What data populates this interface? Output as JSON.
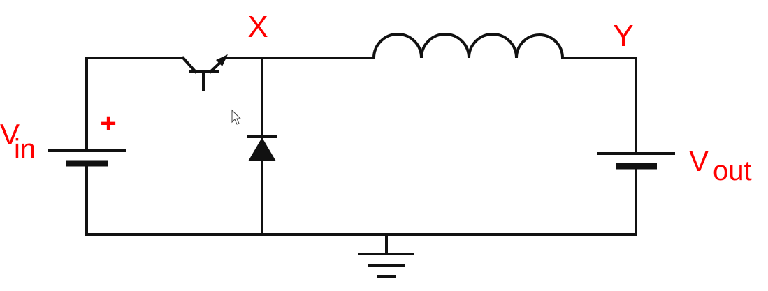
{
  "diagram": {
    "labels": {
      "node_x": "X",
      "node_y": "Y",
      "vin_main": "V",
      "vin_sub": "in",
      "vin_polarity": "+",
      "vout_main": "V",
      "vout_sub": "out"
    },
    "components": [
      "input-battery",
      "transistor-switch",
      "diode",
      "inductor",
      "output-battery",
      "ground"
    ],
    "colors": {
      "wire": "#111111",
      "label": "#ff0000",
      "background": "#ffffff"
    }
  }
}
